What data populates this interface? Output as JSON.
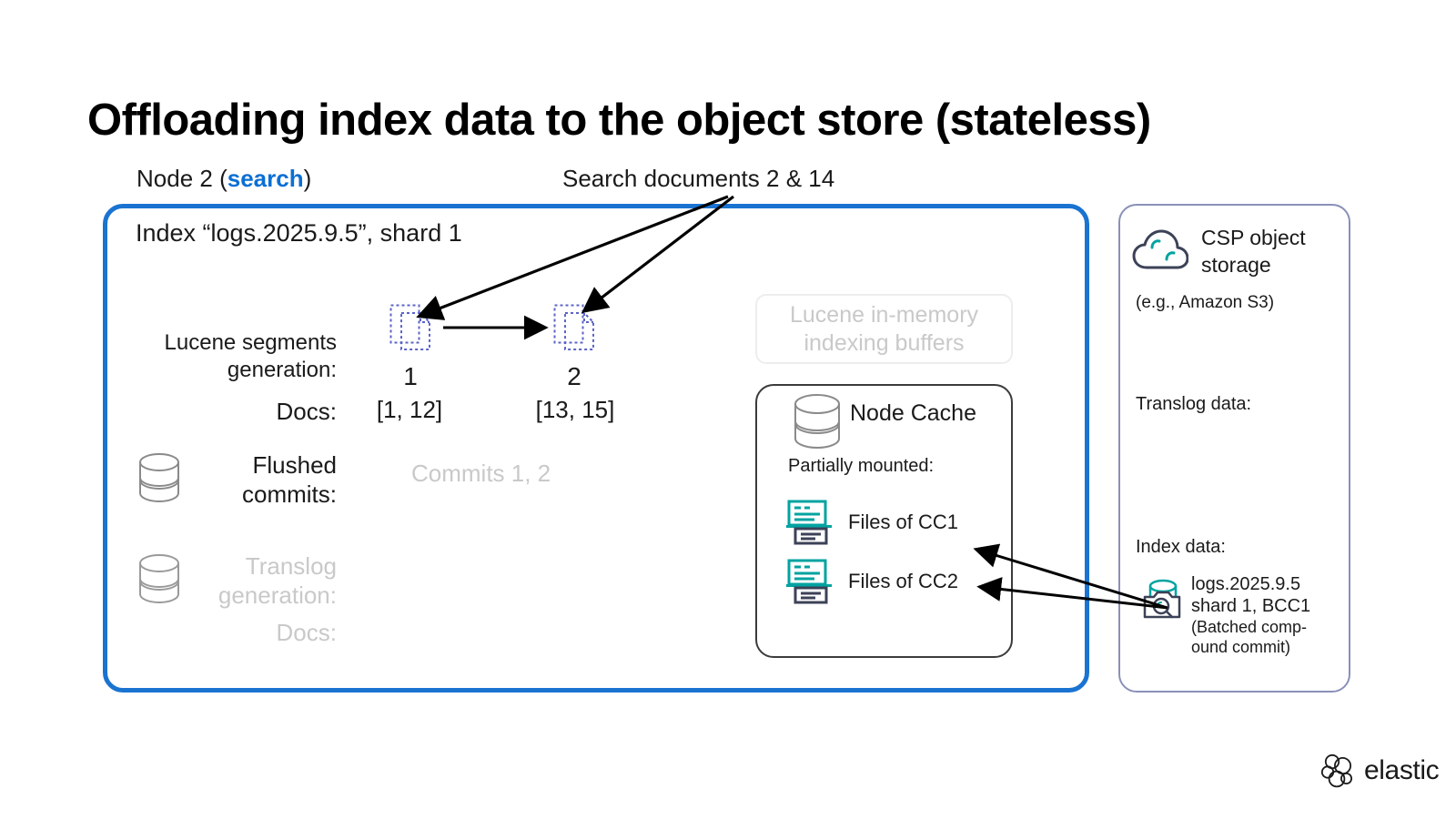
{
  "slide": {
    "title": "Offloading index data to the object store (stateless)",
    "background_color": "#ffffff"
  },
  "labels": {
    "node": "Node 2 (",
    "node_role": "search",
    "node_close": ")",
    "search_documents": "Search documents 2 & 14"
  },
  "node_panel": {
    "border_color": "#1a73d1",
    "index_title": "Index “logs.2025.9.5”, shard 1",
    "rows": {
      "segments_label_line1": "Lucene segments",
      "segments_label_line2": "generation:",
      "docs_label": "Docs:",
      "flushed_label_line1": "Flushed",
      "flushed_label_line2": "commits:",
      "translog_label_line1": "Translog",
      "translog_label_line2": "generation:",
      "translog_docs_label": "Docs:"
    },
    "segments": [
      {
        "generation": "1",
        "docs": "[1, 12]",
        "icon": "dashed-document-icon"
      },
      {
        "generation": "2",
        "docs": "[13, 15]",
        "icon": "dashed-document-icon"
      }
    ],
    "commits_value": "Commits 1, 2",
    "buffer_box": {
      "line1": "Lucene in-memory",
      "line2": "indexing buffers"
    },
    "node_cache": {
      "title": "Node Cache",
      "subtitle": "Partially mounted:",
      "files": [
        {
          "label": "Files of CC1",
          "icon": "file-stack-icon"
        },
        {
          "label": "Files of CC2",
          "icon": "file-stack-icon"
        }
      ]
    }
  },
  "csp_panel": {
    "border_color": "#8a90b8",
    "title_line1": "CSP object",
    "title_line2": "storage",
    "subtitle": "(e.g., Amazon S3)",
    "translog_label": "Translog data:",
    "index_label": "Index data:",
    "index_entry": {
      "line1": "logs.2025.9.5",
      "line2": "shard 1, BCC1",
      "line3": "(Batched comp-",
      "line4": "ound commit)",
      "icon": "batched-compound-commit-icon"
    }
  },
  "brand": {
    "name": "elastic",
    "mark": "elastic-logo-icon"
  },
  "colors": {
    "accent_blue": "#0b6fd4",
    "panel_blue": "#1a73d1",
    "teal": "#00a3a0",
    "muted_gray": "#c9c9c9",
    "dark_slate": "#3c4257"
  }
}
